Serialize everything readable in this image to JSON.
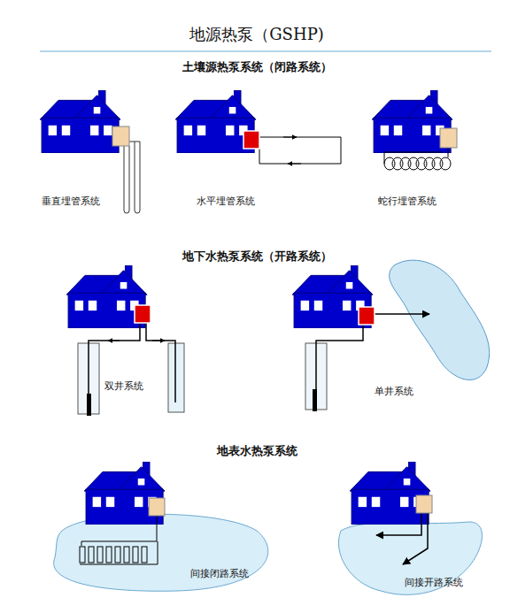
{
  "diagram": {
    "title": "地源热泵（GSHP)",
    "labels": [
      "土壤源热泵系统（闭路系统）",
      "垂直埋管系统",
      "水平埋管系统",
      "蛇行埋管系统",
      "地下水热泵系统（开路系统）",
      "双井系统",
      "单井系统",
      "地表水热泵系统",
      "间接闭路系统",
      "间接开路系统"
    ]
  }
}
